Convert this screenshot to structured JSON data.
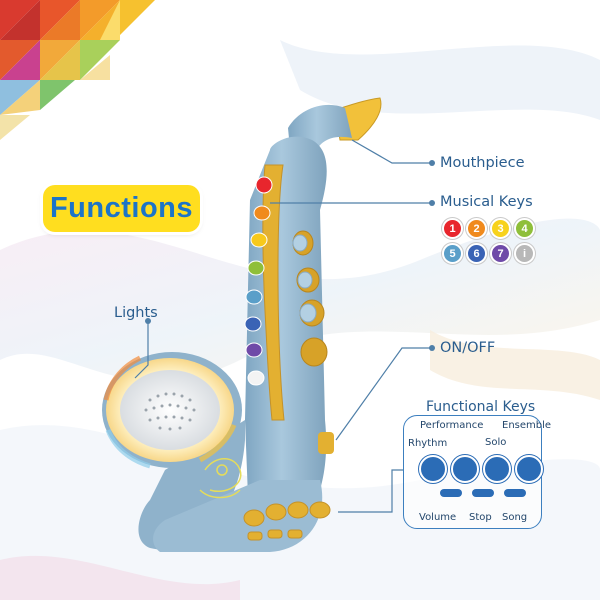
{
  "badge": {
    "text": "Functions"
  },
  "labels": {
    "mouthpiece": "Mouthpiece",
    "musical_keys": "Musical Keys",
    "lights": "Lights",
    "onoff": "ON/OFF",
    "functional_keys": "Functional Keys"
  },
  "number_keys": [
    {
      "label": "1",
      "color": "#e8262d"
    },
    {
      "label": "2",
      "color": "#f08a1d"
    },
    {
      "label": "3",
      "color": "#f7d21c"
    },
    {
      "label": "4",
      "color": "#8fbf3a"
    },
    {
      "label": "5",
      "color": "#5a9fc9"
    },
    {
      "label": "6",
      "color": "#3a63b5"
    },
    {
      "label": "7",
      "color": "#6f4aa8"
    },
    {
      "label": "i",
      "color": "#b8b8b8"
    }
  ],
  "functional": {
    "performance": "Performance",
    "ensemble": "Ensemble",
    "rhythm": "Rhythm",
    "solo": "Solo",
    "volume": "Volume",
    "stop": "Stop",
    "song": "Song"
  },
  "colors": {
    "body": "#9cbfd6",
    "accent_yellow": "#e2b02b",
    "brand_blue": "#1c74c8",
    "badge_yellow": "#ffde1f",
    "label_blue": "#2a5d8e"
  }
}
